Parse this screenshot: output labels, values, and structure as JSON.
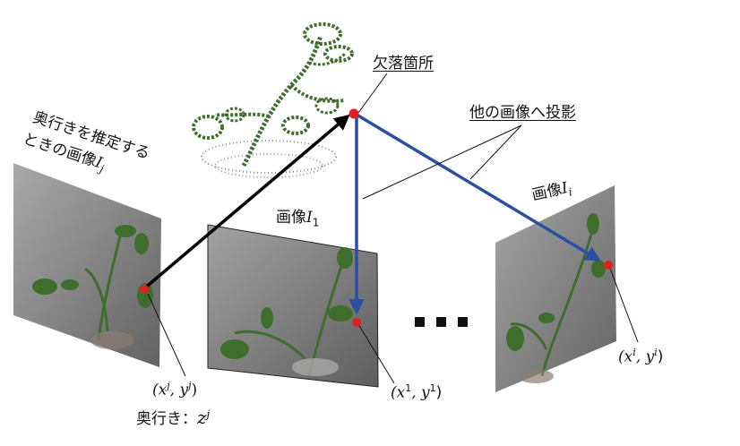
{
  "labels": {
    "missing_point": "欠落箇所",
    "project_other": "他の画像へ投影",
    "depth_line1": "奥行きを推定する",
    "depth_line2": "ときの画像",
    "depth_image_symbol": "I",
    "depth_image_sub": "j",
    "image1_prefix": "画像",
    "image1_symbol": "I",
    "image1_sub": "1",
    "imagei_prefix": "画像",
    "imagei_symbol": "I",
    "imagei_sub": "i",
    "coord_j": "(x",
    "coord_j_sup1": "j",
    "coord_j_mid": ", y",
    "coord_j_sup2": "j",
    "coord_j_end": ")",
    "depth_prefix": "奥行き：",
    "depth_symbol": "z",
    "depth_sup": "j",
    "coord_1": "(x",
    "coord_1_sup1": "1",
    "coord_1_mid": ", y",
    "coord_1_sup2": "1",
    "coord_1_end": ")",
    "coord_i": "(x",
    "coord_i_sup1": "i",
    "coord_i_mid": ", y",
    "coord_i_sup2": "i",
    "coord_i_end": ")"
  },
  "colors": {
    "arrow_depth": "#000000",
    "arrow_projection": "#2a4fa3",
    "point": "#e02020",
    "plant_leaf": "#3f6e2c",
    "image_bg_light": "#9a9a9a",
    "image_bg_dark": "#5c5c5c"
  },
  "icons": [
    "plant-point-cloud-icon",
    "plant-photo-icon",
    "ellipsis-icon"
  ]
}
